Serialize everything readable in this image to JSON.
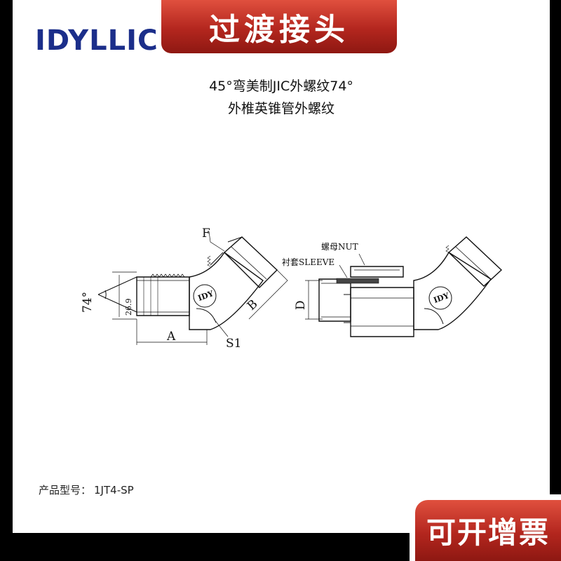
{
  "brand": {
    "logo_text": "IDYLLIC",
    "registered_mark": "®"
  },
  "banner_top": {
    "text": "过渡接头"
  },
  "product": {
    "title_line1": "45°弯美制JIC外螺纹74°",
    "title_line2": "外椎英锥管外螺纹",
    "model_label": "产品型号：",
    "model_value": "1JT4-SP"
  },
  "drawing": {
    "label_F": "F",
    "label_angle": "74°",
    "label_dim": "26.9",
    "label_A": "A",
    "label_B": "B",
    "label_S1": "S1",
    "label_D": "D",
    "label_nut": "螺母NUT",
    "label_sleeve": "衬套SLEEVE",
    "stamp_left": "IDY",
    "stamp_right": "IDY"
  },
  "banner_bottom": {
    "text": "可开增票"
  }
}
